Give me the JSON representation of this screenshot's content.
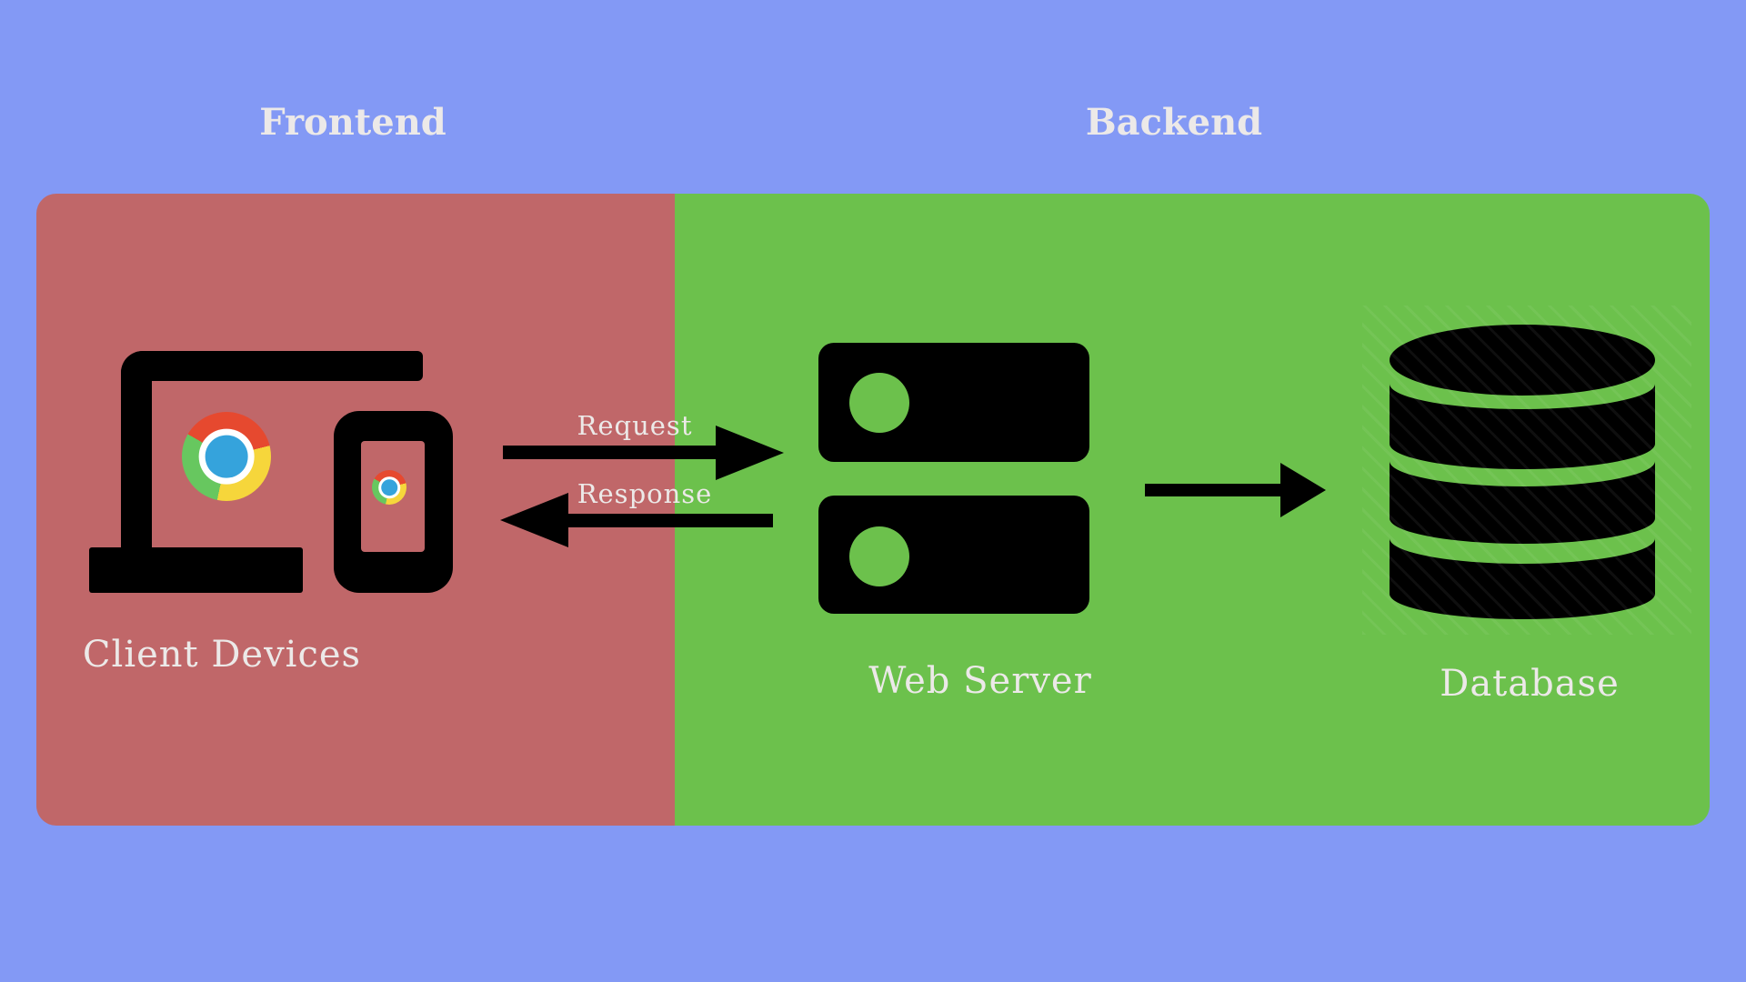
{
  "colors": {
    "bg": "#8399f5",
    "panel-red": "#c06769",
    "panel-green": "#6cc14c",
    "ink": "#000000",
    "text-light": "#ece9e8",
    "chrome-red": "#e6492f",
    "chrome-yellow": "#f6d63b",
    "chrome-green": "#67c75f",
    "chrome-blue": "#35a3dc",
    "chrome-ring": "#ffffff"
  },
  "zones": {
    "frontend": {
      "title": "Frontend"
    },
    "backend": {
      "title": "Backend"
    }
  },
  "nodes": {
    "client_devices": {
      "label": "Client Devices"
    },
    "web_server": {
      "label": "Web Server"
    },
    "database": {
      "label": "Database"
    }
  },
  "flows": {
    "request": {
      "label": "Request",
      "direction": "client-to-server"
    },
    "response": {
      "label": "Response",
      "direction": "server-to-client"
    },
    "server_to_database": {
      "label": "",
      "direction": "server-to-database"
    }
  }
}
